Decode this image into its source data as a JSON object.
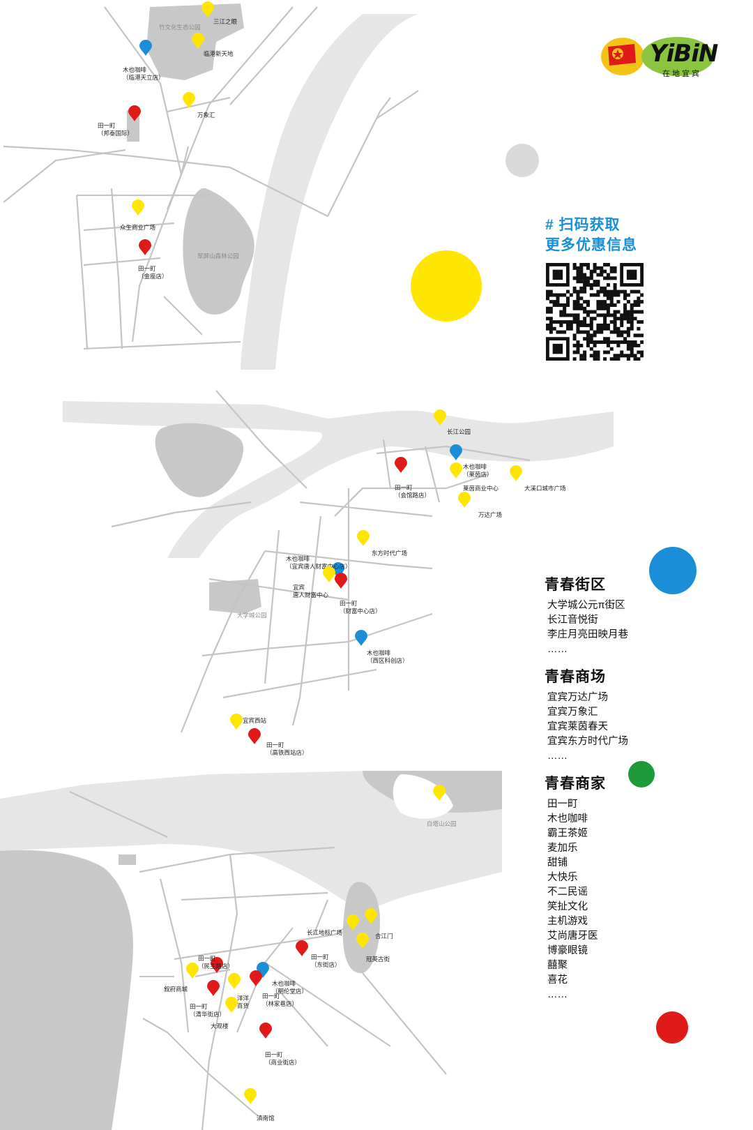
{
  "logo": {
    "brand_text": "YiBiN",
    "tagline": "在地宜宾"
  },
  "promo": {
    "line1": "# 扫码获取",
    "line2": "更多优惠信息"
  },
  "colors": {
    "yellow": "#ffe600",
    "blue": "#1a8fd8",
    "red": "#e01919",
    "green": "#1f9a3a",
    "gray_land": "#c8c8c8",
    "river": "#e6e6e6"
  },
  "categories": [
    {
      "title": "青春街区",
      "items": [
        "大学城公元π街区",
        "长江音悦街",
        "李庄月亮田映月巷",
        "……"
      ]
    },
    {
      "title": "青春商场",
      "items": [
        "宜宾万达广场",
        "宜宾万象汇",
        "宜宾莱茵春天",
        "宜宾东方时代广场",
        "……"
      ]
    },
    {
      "title": "青春商家",
      "items": [
        "田一町",
        "木也咖啡",
        "霸王茶姬",
        "麦加乐",
        "甜铺",
        "大快乐",
        "不二民谣",
        "笑扯文化",
        "主机游戏",
        "艾尚唐牙医",
        "博豪眼镜",
        "囍聚",
        "喜花",
        "……"
      ]
    }
  ],
  "maps": [
    {
      "parks": [
        "竹文化生态公园",
        "翠屏山森林公园"
      ],
      "pins": [
        {
          "color": "yellow",
          "label": [
            "三江之眼"
          ]
        },
        {
          "color": "yellow",
          "label": [
            "临港新天地"
          ]
        },
        {
          "color": "blue",
          "label": [
            "木也咖啡",
            "（临港天立店）"
          ]
        },
        {
          "color": "yellow",
          "label": [
            "万象汇"
          ]
        },
        {
          "color": "red",
          "label": [
            "田一町",
            "（邦泰国际）"
          ]
        },
        {
          "color": "yellow",
          "label": [
            "众生商业广场"
          ]
        },
        {
          "color": "red",
          "label": [
            "田一町",
            "（金座店）"
          ]
        }
      ]
    },
    {
      "parks": [
        "大学城公园"
      ],
      "pins": [
        {
          "color": "yellow",
          "label": [
            "长江公园"
          ]
        },
        {
          "color": "blue",
          "label": [
            "木也咖啡",
            "（莱茵店）"
          ]
        },
        {
          "color": "red",
          "label": [
            "田一町",
            "（会馆路店）"
          ]
        },
        {
          "color": "yellow",
          "label": [
            "莱茵商业中心"
          ]
        },
        {
          "color": "yellow",
          "label": [
            "大溪口城市广场"
          ]
        },
        {
          "color": "yellow",
          "label": [
            "万达广场"
          ]
        },
        {
          "color": "yellow",
          "label": [
            "东方时代广场"
          ]
        },
        {
          "color": "blue",
          "label": [
            "木也咖啡",
            "（宜宾唐人财富中心店）"
          ]
        },
        {
          "color": "yellow",
          "label": [
            "宜宾",
            "唐人财富中心"
          ]
        },
        {
          "color": "red",
          "label": [
            "田一町",
            "（财富中心店）"
          ]
        },
        {
          "color": "blue",
          "label": [
            "木也咖啡",
            "（西区科创店）"
          ]
        },
        {
          "color": "yellow",
          "label": [
            "宜宾西站"
          ]
        },
        {
          "color": "red",
          "label": [
            "田一町",
            "（高铁西站店）"
          ]
        }
      ]
    },
    {
      "parks": [
        "白塔山公园"
      ],
      "pins": [
        {
          "color": "yellow",
          "label": []
        },
        {
          "color": "yellow",
          "label": [
            "长江地标广场"
          ]
        },
        {
          "color": "yellow",
          "label": [
            "合江门"
          ]
        },
        {
          "color": "yellow",
          "label": [
            "冠英古街"
          ]
        },
        {
          "color": "red",
          "label": [
            "田一町",
            "（东街店）"
          ]
        },
        {
          "color": "red",
          "label": [
            "田一町",
            "（民主路店）"
          ]
        },
        {
          "color": "yellow",
          "label": [
            "叙府商城"
          ]
        },
        {
          "color": "blue",
          "label": [
            "木也咖啡",
            "（明伦堂店）"
          ]
        },
        {
          "color": "red",
          "label": [
            "田一町",
            "（林家巷店）"
          ]
        },
        {
          "color": "yellow",
          "label": [
            "洋洋",
            "百货"
          ]
        },
        {
          "color": "red",
          "label": [
            "田一町",
            "（清华街店）"
          ]
        },
        {
          "color": "yellow",
          "label": [
            "大观楼"
          ]
        },
        {
          "color": "red",
          "label": [
            "田一町",
            "（商业街店）"
          ]
        },
        {
          "color": "yellow",
          "label": [
            "滇南馆"
          ]
        }
      ]
    }
  ]
}
